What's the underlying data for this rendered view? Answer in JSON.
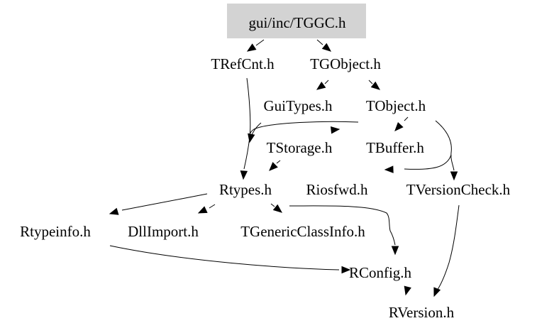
{
  "diagram": {
    "type": "include-dependency-graph",
    "root": "gui/inc/TGGC.h",
    "root_fill": "#d3d3d3",
    "nodes": [
      {
        "id": "TGGC",
        "label": "gui/inc/TGGC.h",
        "highlight": true
      },
      {
        "id": "TRefCnt",
        "label": "TRefCnt.h"
      },
      {
        "id": "TGObject",
        "label": "TGObject.h"
      },
      {
        "id": "GuiTypes",
        "label": "GuiTypes.h"
      },
      {
        "id": "TObject",
        "label": "TObject.h"
      },
      {
        "id": "TStorage",
        "label": "TStorage.h"
      },
      {
        "id": "TBuffer",
        "label": "TBuffer.h"
      },
      {
        "id": "Rtypes",
        "label": "Rtypes.h"
      },
      {
        "id": "Riosfwd",
        "label": "Riosfwd.h"
      },
      {
        "id": "TVersionCheck",
        "label": "TVersionCheck.h"
      },
      {
        "id": "Rtypeinfo",
        "label": "Rtypeinfo.h"
      },
      {
        "id": "DllImport",
        "label": "DllImport.h"
      },
      {
        "id": "TGenericClassInfo",
        "label": "TGenericClassInfo.h"
      },
      {
        "id": "RConfig",
        "label": "RConfig.h"
      },
      {
        "id": "RVersion",
        "label": "RVersion.h"
      }
    ],
    "edges": [
      {
        "from": "TGGC",
        "to": "TRefCnt"
      },
      {
        "from": "TGGC",
        "to": "TGObject"
      },
      {
        "from": "TRefCnt",
        "to": "Rtypes"
      },
      {
        "from": "TGObject",
        "to": "GuiTypes"
      },
      {
        "from": "TGObject",
        "to": "TObject"
      },
      {
        "from": "GuiTypes",
        "to": "Rtypes"
      },
      {
        "from": "TObject",
        "to": "TStorage"
      },
      {
        "from": "TObject",
        "to": "TBuffer"
      },
      {
        "from": "TObject",
        "to": "Riosfwd"
      },
      {
        "from": "TObject",
        "to": "TVersionCheck"
      },
      {
        "from": "TStorage",
        "to": "Rtypes"
      },
      {
        "from": "Rtypes",
        "to": "Rtypeinfo"
      },
      {
        "from": "Rtypes",
        "to": "DllImport"
      },
      {
        "from": "Rtypes",
        "to": "TGenericClassInfo"
      },
      {
        "from": "Rtypes",
        "to": "RConfig"
      },
      {
        "from": "Rtypeinfo",
        "to": "RConfig"
      },
      {
        "from": "TVersionCheck",
        "to": "RVersion"
      },
      {
        "from": "RConfig",
        "to": "RVersion"
      }
    ]
  }
}
